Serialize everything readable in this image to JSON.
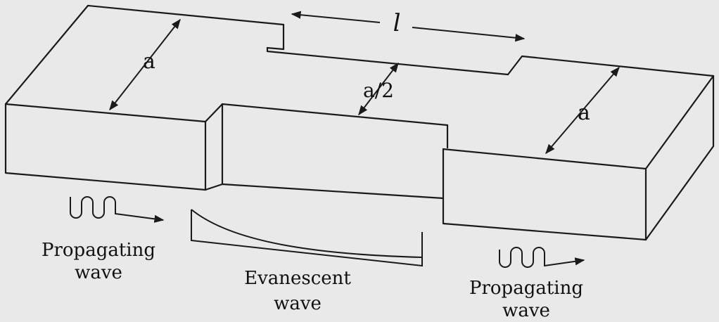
{
  "dimensions": {
    "left_width": "a",
    "narrow_width": "a/2",
    "section_length": "l",
    "right_width": "a"
  },
  "waves": {
    "input": {
      "line1": "Propagating",
      "line2": "wave"
    },
    "middle": {
      "line1": "Evanescent",
      "line2": "wave"
    },
    "output": {
      "line1": "Propagating",
      "line2": "wave"
    }
  }
}
